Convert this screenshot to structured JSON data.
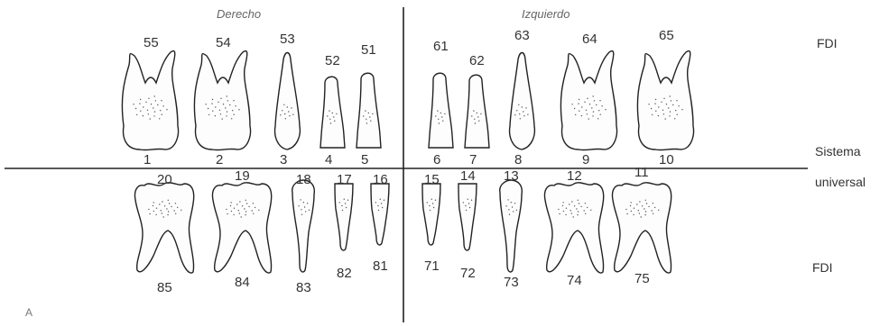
{
  "headers": {
    "right_side": "Derecho",
    "left_side": "Izquierdo"
  },
  "side_labels": {
    "fdi_top": "FDI",
    "universal_line1": "Sistema",
    "universal_line2": "universal",
    "fdi_bottom": "FDI"
  },
  "panel_letter": "A",
  "upper_fdi": [
    "55",
    "54",
    "53",
    "52",
    "51",
    "61",
    "62",
    "63",
    "64",
    "65"
  ],
  "upper_universal": [
    "1",
    "2",
    "3",
    "4",
    "5",
    "6",
    "7",
    "8",
    "9",
    "10"
  ],
  "lower_universal": [
    "20",
    "19",
    "18",
    "17",
    "16",
    "15",
    "14",
    "13",
    "12",
    "11"
  ],
  "lower_fdi": [
    "85",
    "84",
    "83",
    "82",
    "81",
    "71",
    "72",
    "73",
    "74",
    "75"
  ],
  "tooth_types_upper": [
    "molar",
    "molar",
    "canine",
    "incisor",
    "incisor",
    "incisor",
    "incisor",
    "canine",
    "molar",
    "molar"
  ],
  "tooth_types_lower": [
    "molar",
    "molar",
    "canine",
    "incisor",
    "incisor",
    "incisor",
    "incisor",
    "canine",
    "molar",
    "molar"
  ]
}
